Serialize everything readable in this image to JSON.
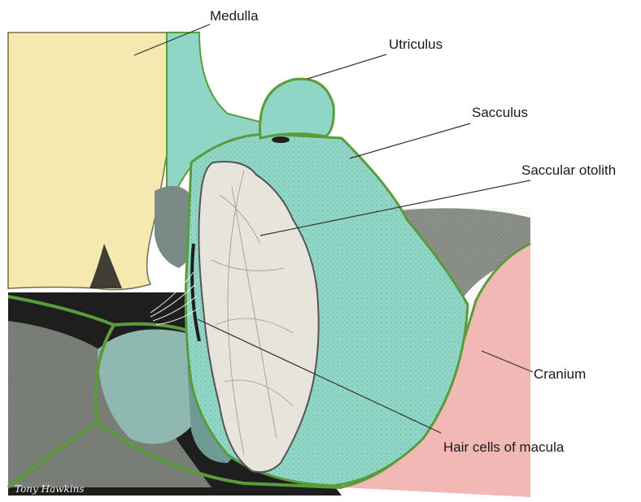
{
  "labels": {
    "medulla": "Medulla",
    "utriculus": "Utriculus",
    "sacculus": "Sacculus",
    "saccular_otolith": "Saccular otolith",
    "cranium": "Cranium",
    "hair_cells": "Hair cells of macula"
  },
  "signature": "Tony Hawkins",
  "colors": {
    "medulla": "#f5e9b0",
    "sacculus": "#8fd6c6",
    "otolith": "#e6e4db",
    "membrane": "#5a9c3a",
    "dark_tissue": "#1e1e1e",
    "grey_tissue": "#7a8078",
    "cranium": "#f2b8b5",
    "background": "#ffffff"
  }
}
